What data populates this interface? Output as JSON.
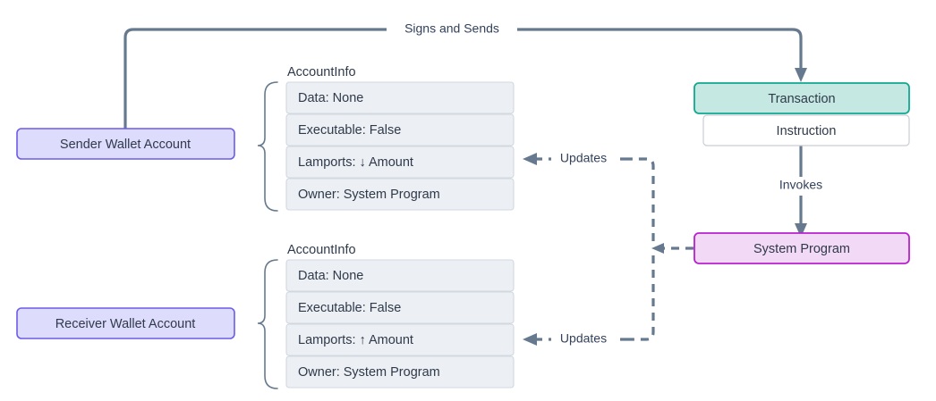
{
  "diagram": {
    "type": "flowchart",
    "nodes": {
      "sender_wallet": {
        "label": "Sender Wallet Account",
        "fill": "#dedcfc",
        "stroke": "#6c5ce7"
      },
      "receiver_wallet": {
        "label": "Receiver Wallet Account",
        "fill": "#dedcfc",
        "stroke": "#6c5ce7"
      },
      "transaction": {
        "label": "Transaction",
        "fill": "#c5e8e2",
        "stroke": "#0fa891"
      },
      "instruction": {
        "label": "Instruction",
        "fill": "#ffffff",
        "stroke": "#c9ced6"
      },
      "system_program": {
        "label": "System Program",
        "fill": "#f2d9f5",
        "stroke": "#b820cf"
      }
    },
    "sender_account_info": {
      "title": "AccountInfo",
      "rows": [
        "Data: None",
        "Executable: False",
        "Lamports: ↓ Amount",
        "Owner: System Program"
      ]
    },
    "receiver_account_info": {
      "title": "AccountInfo",
      "rows": [
        "Data: None",
        "Executable: False",
        "Lamports: ↑ Amount",
        "Owner: System Program"
      ]
    },
    "edges": {
      "signs_and_sends": "Signs and Sends",
      "invokes": "Invokes",
      "updates_sender": "Updates",
      "updates_receiver": "Updates"
    },
    "colors": {
      "edge": "#66798e",
      "text": "#2f3a4a",
      "background": "#ffffff"
    }
  }
}
